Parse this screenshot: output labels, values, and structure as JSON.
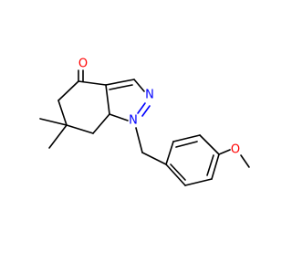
{
  "molecule": {
    "atoms": {
      "o_ketone": "O",
      "n2": "N",
      "n1": "N",
      "o_ether": "O"
    },
    "colors": {
      "bond": "#000000",
      "oxygen": "#ff0000",
      "nitrogen": "#0000ff"
    }
  }
}
